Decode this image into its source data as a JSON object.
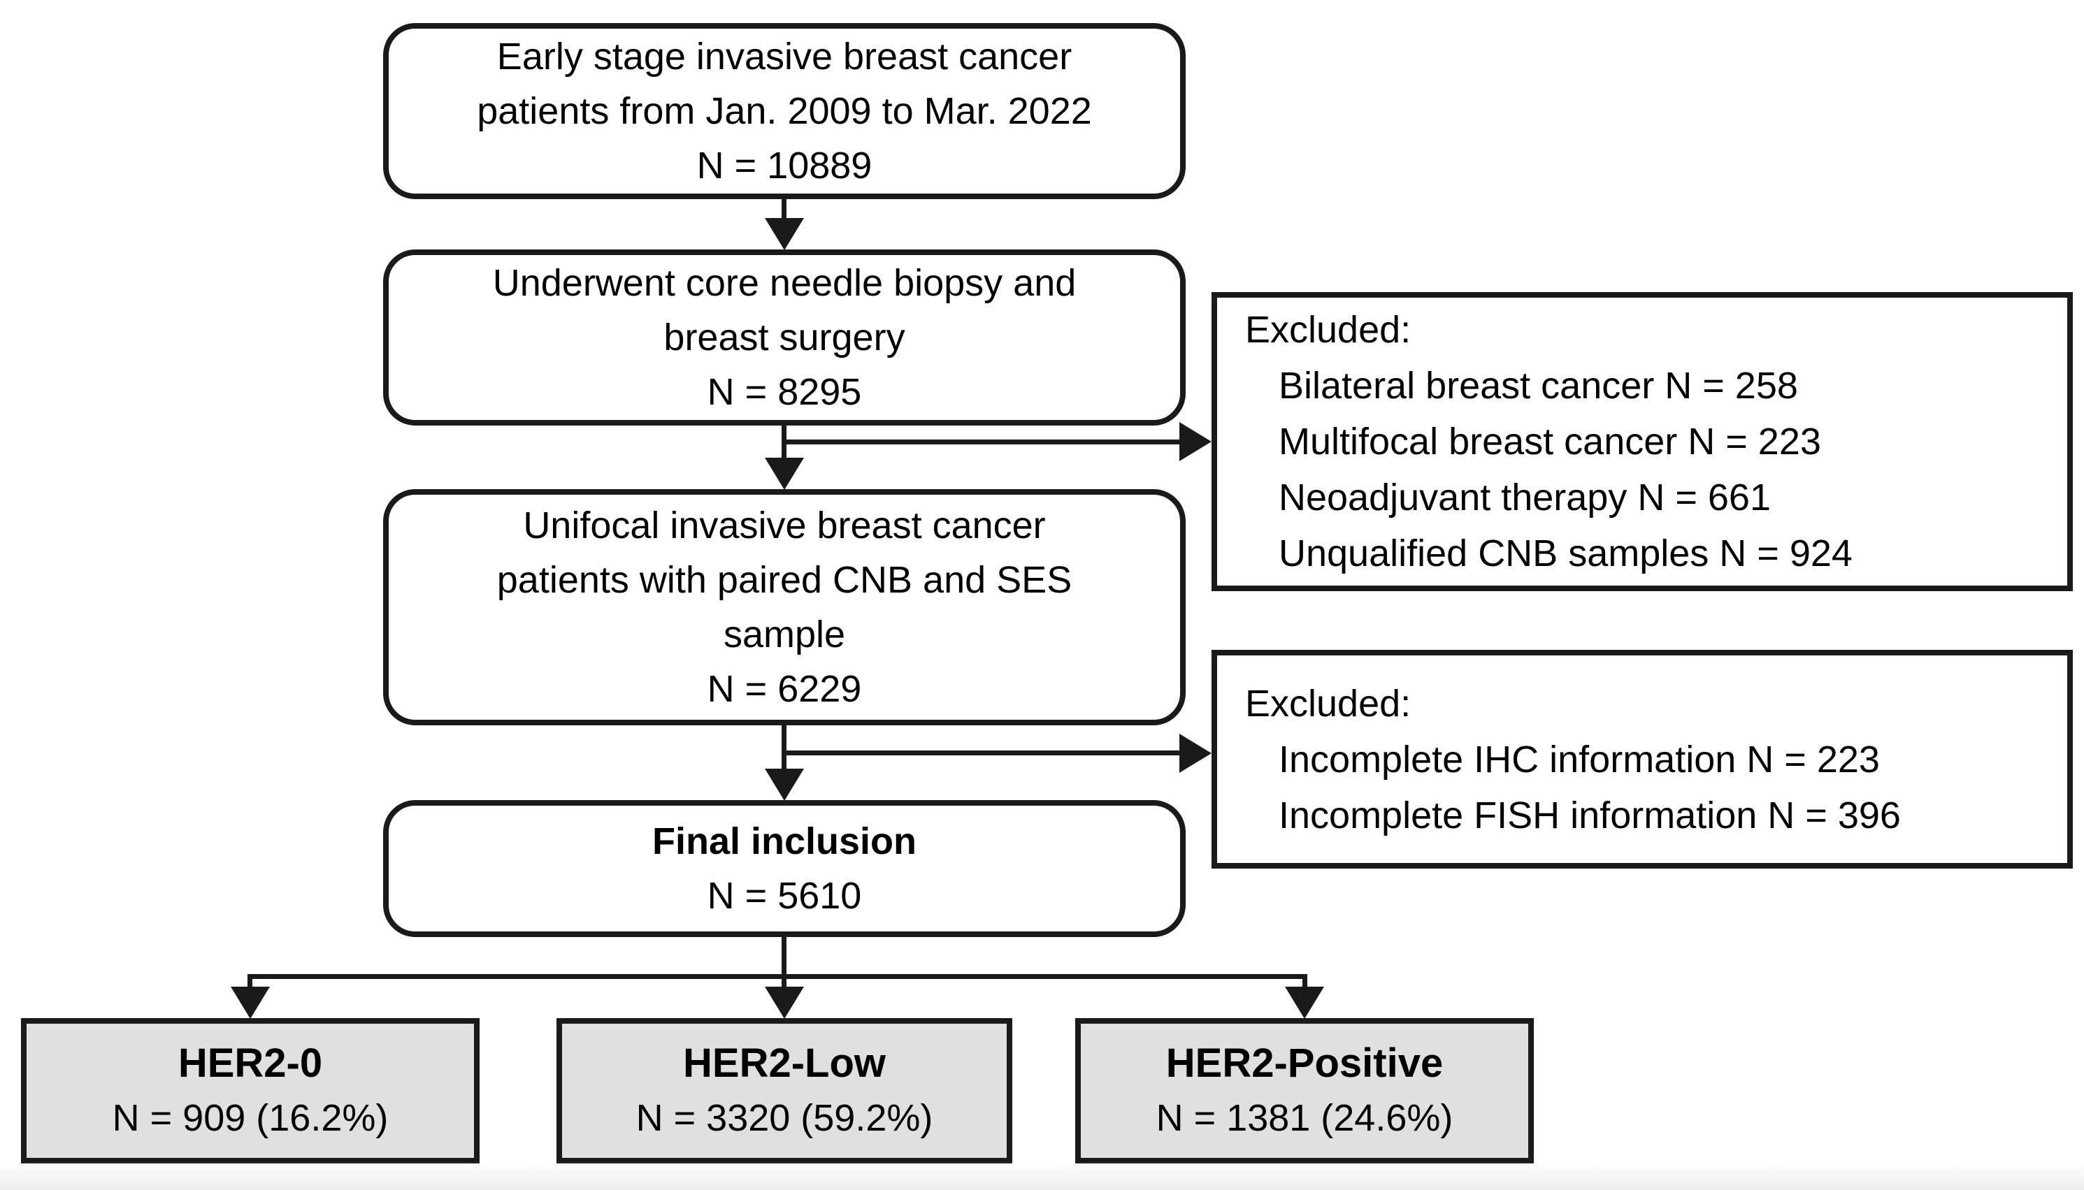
{
  "diagram": {
    "boxes": {
      "initial": {
        "lines": [
          "Early stage invasive breast cancer",
          "patients from Jan. 2009 to Mar. 2022"
        ],
        "n": "N = 10889"
      },
      "cnb_surgery": {
        "lines": [
          "Underwent core needle biopsy and",
          "breast surgery"
        ],
        "n": "N = 8295"
      },
      "unifocal": {
        "lines": [
          "Unifocal invasive breast cancer",
          "patients with paired CNB and SES",
          "sample"
        ],
        "n": "N = 6229"
      },
      "final_inclusion": {
        "title": "Final inclusion",
        "n": "N = 5610"
      },
      "excluded1": {
        "heading": "Excluded:",
        "items": [
          "Bilateral breast cancer N = 258",
          "Multifocal breast cancer N = 223",
          "Neoadjuvant therapy N = 661",
          "Unqualified CNB samples N = 924"
        ]
      },
      "excluded2": {
        "heading": "Excluded:",
        "items": [
          "Incomplete IHC information N = 223",
          "Incomplete FISH information N = 396"
        ]
      },
      "her2_0": {
        "title": "HER2-0",
        "n": "N = 909 (16.2%)"
      },
      "her2_low": {
        "title": "HER2-Low",
        "n": "N = 3320 (59.2%)"
      },
      "her2_pos": {
        "title": "HER2-Positive",
        "n": "N = 1381 (24.6%)"
      }
    },
    "colors": {
      "line": "#1a1a1a",
      "box_fill": "#ffffff",
      "terminal_fill": "#e0e0e0",
      "background": "#ffffff"
    }
  }
}
